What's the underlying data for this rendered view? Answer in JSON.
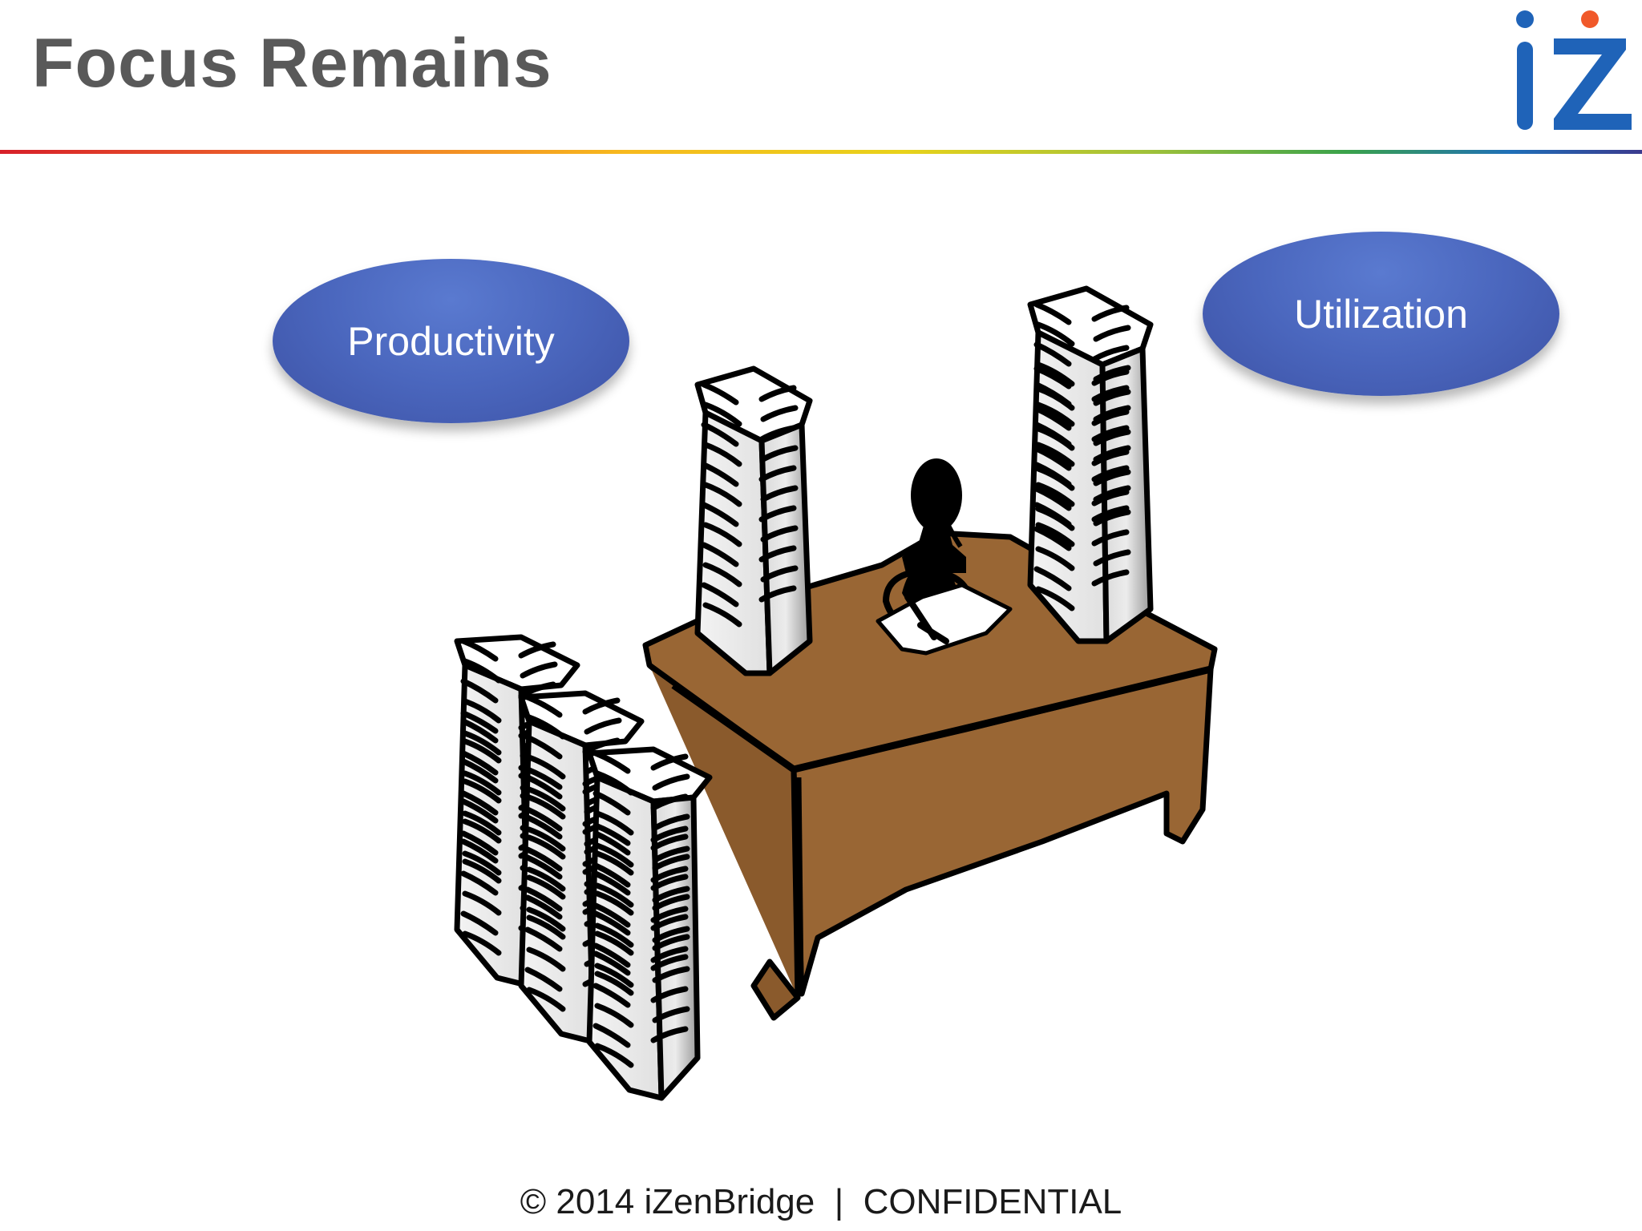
{
  "slide": {
    "title": "Focus Remains",
    "bubbles": {
      "productivity": "Productivity",
      "utilization": "Utilization"
    },
    "footer": "© 2014 iZenBridge  |  CONFIDENTIAL",
    "logo": {
      "icon": "izenbridge-logo-icon",
      "colors": {
        "letters": "#1f63b8",
        "dot": "#f0592a"
      }
    },
    "colors": {
      "title": "#595959",
      "bubble": "#4a66bd",
      "desk": "#996634"
    }
  }
}
